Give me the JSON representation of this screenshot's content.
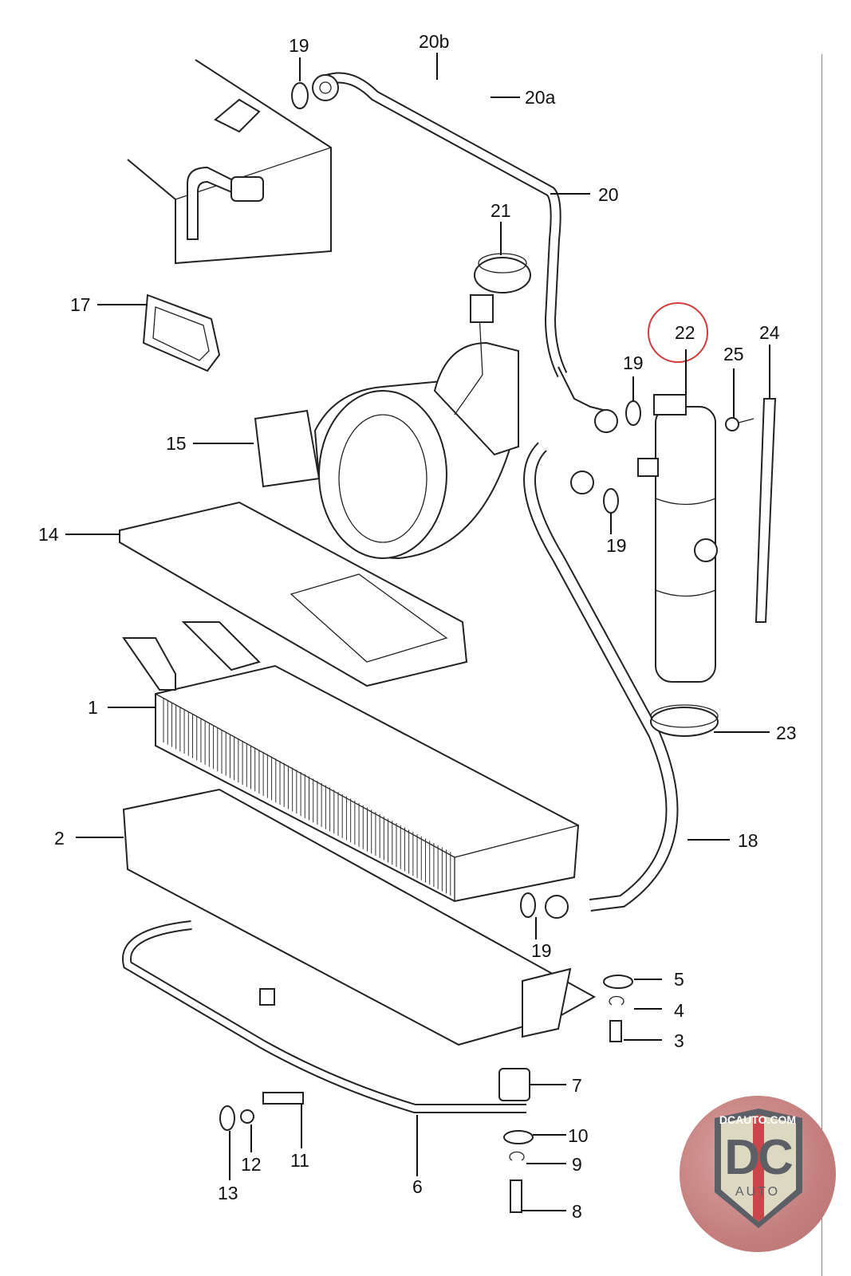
{
  "diagram": {
    "title": "A/C evaporator, blower and receiver-drier assembly",
    "highlight_color": "#d03a3a",
    "highlighted_part": "22",
    "callouts": [
      {
        "id": "c19a",
        "label": "19"
      },
      {
        "id": "c20b",
        "label": "20b"
      },
      {
        "id": "c20a",
        "label": "20a"
      },
      {
        "id": "c20",
        "label": "20"
      },
      {
        "id": "c21",
        "label": "21"
      },
      {
        "id": "c17",
        "label": "17"
      },
      {
        "id": "c22",
        "label": "22"
      },
      {
        "id": "c24",
        "label": "24"
      },
      {
        "id": "c25",
        "label": "25"
      },
      {
        "id": "c19b",
        "label": "19"
      },
      {
        "id": "c15",
        "label": "15"
      },
      {
        "id": "c19c",
        "label": "19"
      },
      {
        "id": "c14",
        "label": "14"
      },
      {
        "id": "c1",
        "label": "1"
      },
      {
        "id": "c23",
        "label": "23"
      },
      {
        "id": "c2",
        "label": "2"
      },
      {
        "id": "c18",
        "label": "18"
      },
      {
        "id": "c19d",
        "label": "19"
      },
      {
        "id": "c5",
        "label": "5"
      },
      {
        "id": "c4",
        "label": "4"
      },
      {
        "id": "c3",
        "label": "3"
      },
      {
        "id": "c7",
        "label": "7"
      },
      {
        "id": "c11",
        "label": "11"
      },
      {
        "id": "c10",
        "label": "10"
      },
      {
        "id": "c12",
        "label": "12"
      },
      {
        "id": "c9",
        "label": "9"
      },
      {
        "id": "c6",
        "label": "6"
      },
      {
        "id": "c13",
        "label": "13"
      },
      {
        "id": "c8",
        "label": "8"
      }
    ]
  },
  "watermark": {
    "site": "DCAUTO.COM",
    "mark": "DC",
    "sub": "AUTO"
  }
}
